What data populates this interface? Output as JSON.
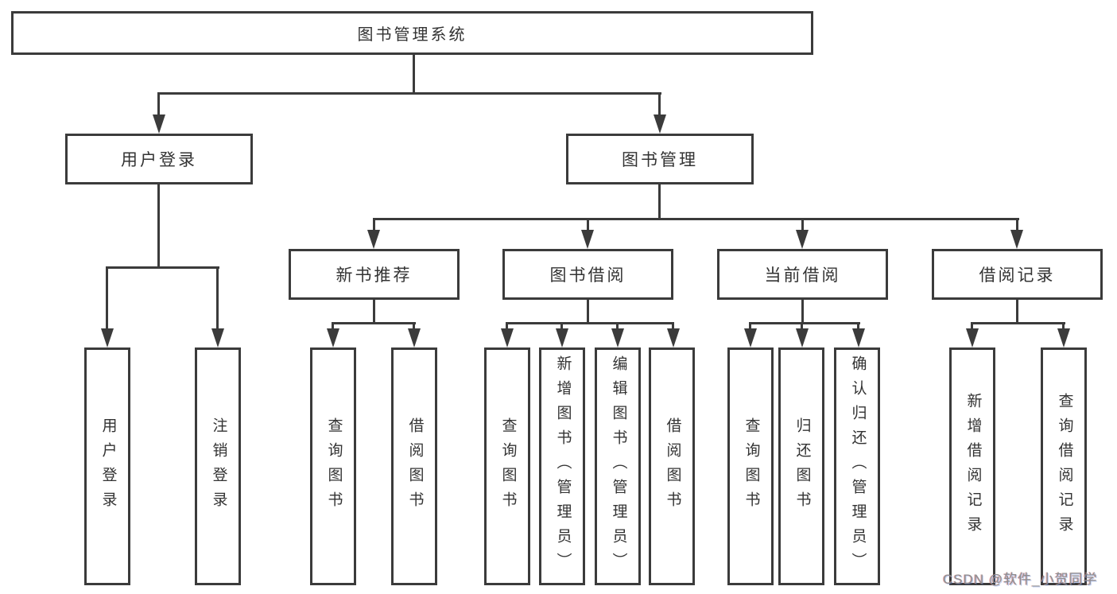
{
  "tree": {
    "root": {
      "label": "图书管理系统"
    },
    "branches": [
      {
        "label": "用户登录",
        "children": [
          {
            "label": "用户登录"
          },
          {
            "label": "注销登录"
          }
        ]
      },
      {
        "label": "图书管理",
        "children": [
          {
            "label": "新书推荐",
            "children": [
              {
                "label": "查询图书"
              },
              {
                "label": "借阅图书"
              }
            ]
          },
          {
            "label": "图书借阅",
            "children": [
              {
                "label": "查询图书"
              },
              {
                "label": "新增图书（管理员）"
              },
              {
                "label": "编辑图书（管理员）"
              },
              {
                "label": "借阅图书"
              }
            ]
          },
          {
            "label": "当前借阅",
            "children": [
              {
                "label": "查询图书"
              },
              {
                "label": "归还图书"
              },
              {
                "label": "确认归还（管理员）"
              }
            ]
          },
          {
            "label": "借阅记录",
            "children": [
              {
                "label": "新增借阅记录"
              },
              {
                "label": "查询借阅记录"
              }
            ]
          }
        ]
      }
    ]
  },
  "watermark": {
    "text": "CSDN @软件_小贺同学"
  },
  "colors": {
    "line": "#3b3b3b",
    "text": "#333333",
    "background": "#ffffff",
    "watermark_text": "#8f8f8f"
  }
}
